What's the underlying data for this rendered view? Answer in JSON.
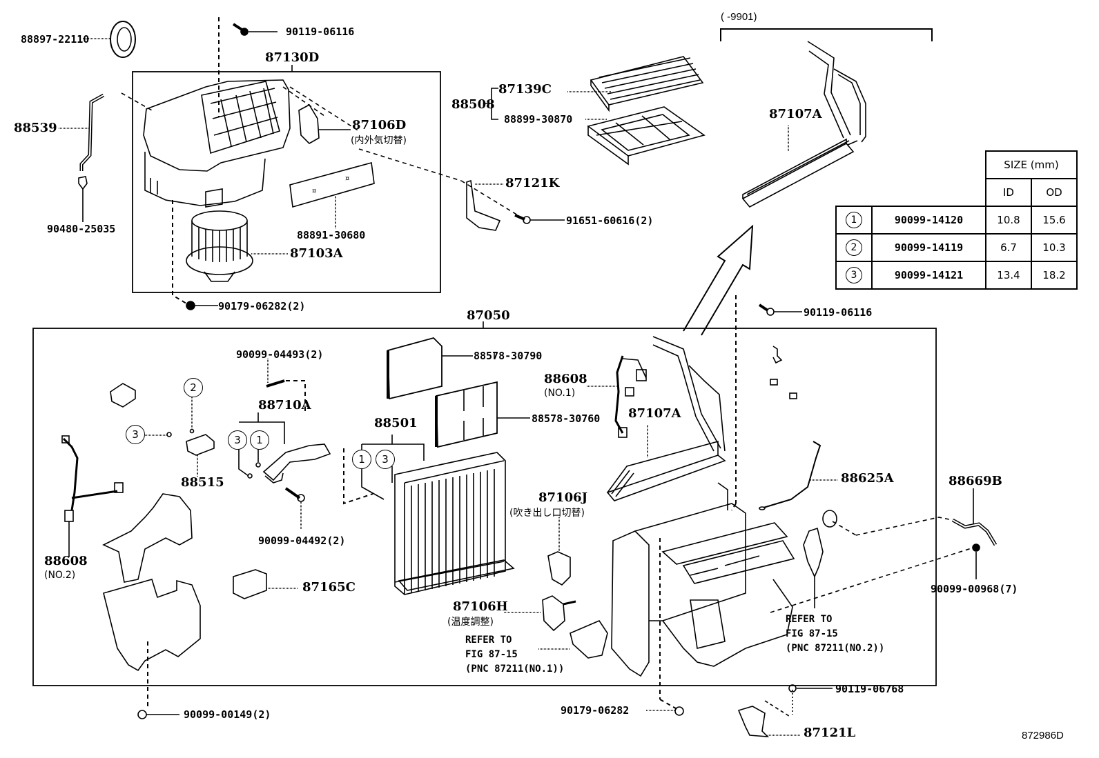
{
  "diagram": {
    "title_code": "872986D",
    "range_note": "(      -9901)",
    "groups": {
      "blower_assembly": "87130D",
      "unit_assembly": "87050",
      "filter_set": "88508"
    },
    "labels": {
      "p88897": "88897-22110",
      "p90119_top": "90119-06116",
      "p88539": "88539",
      "p87106D": "87106D",
      "p87106D_note": "(内外気切替)",
      "p88891": "88891-30680",
      "p87103A": "87103A",
      "p90480": "90480-25035",
      "p90179_top": "90179-06282(2)",
      "p87139C": "87139C",
      "p88899": "88899-30870",
      "p87121K": "87121K",
      "p91651": "91651-60616(2)",
      "p87107A_top": "87107A",
      "p90119_mid": "90119-06116",
      "p90099_04493": "90099-04493(2)",
      "p88710A": "88710A",
      "p88515": "88515",
      "p88501": "88501",
      "p88578_30790": "88578-30790",
      "p88578_30760": "88578-30760",
      "p88608_no1": "88608",
      "p88608_no1_note": "(NO.1)",
      "p87107A_mid": "87107A",
      "p88625A": "88625A",
      "p88669B": "88669B",
      "p90099_00968": "90099-00968(7)",
      "p88608_no2": "88608",
      "p88608_no2_note": "(NO.2)",
      "p90099_04492": "90099-04492(2)",
      "p87165C": "87165C",
      "p87106J": "87106J",
      "p87106J_note": "(吹き出し口切替)",
      "p87106H": "87106H",
      "p87106H_note": "(温度調整)",
      "p90099_00149": "90099-00149(2)",
      "p90179_bot": "90179-06282",
      "p90119_bot": "90119-06768",
      "p87121L": "87121L"
    },
    "refer_no1": "REFER TO\nFIG 87-15\n(PNC 87211(NO.1))",
    "refer_no2": "REFER TO\nFIG 87-15\n(PNC 87211(NO.2))",
    "callouts": {
      "c2": "2",
      "c3": "3",
      "c1": "1"
    }
  },
  "size_table": {
    "header": "SIZE (mm)",
    "col_id": "ID",
    "col_od": "OD",
    "rows": [
      {
        "mark": "1",
        "part": "90099-14120",
        "id": "10.8",
        "od": "15.6"
      },
      {
        "mark": "2",
        "part": "90099-14119",
        "id": "6.7",
        "od": "10.3"
      },
      {
        "mark": "3",
        "part": "90099-14121",
        "id": "13.4",
        "od": "18.2"
      }
    ]
  }
}
